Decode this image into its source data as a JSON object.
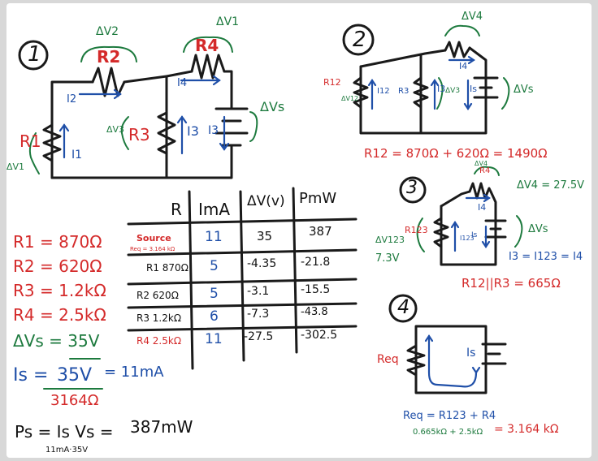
{
  "circuit1": {
    "number": "1",
    "dv2": "ΔV2",
    "r2": "R2",
    "i2": "I2",
    "dv1": "ΔV1",
    "r4": "R4",
    "i4": "I4",
    "r1": "R1",
    "i1": "I1",
    "dv1_left": "ΔV1",
    "dv3": "ΔV3",
    "r3": "R3",
    "i3": "I3",
    "i_src": "I3",
    "dvs": "ΔVs"
  },
  "circuit2": {
    "number": "2",
    "dv4": "ΔV4",
    "i4": "I4",
    "r12": "R12",
    "dv12": "ΔV12",
    "i12": "I12",
    "r3": "R3",
    "i3": "I3",
    "dv3": "ΔV3",
    "is": "Is",
    "dvs": "ΔVs",
    "equation": "R12 = 870Ω + 620Ω = 1490Ω"
  },
  "circuit3": {
    "number": "3",
    "dv4": "ΔV4",
    "r4": "R4",
    "dv4_val": "ΔV4 = 27.5V",
    "i4": "I4",
    "r123": "R123",
    "i123": "I123",
    "is": "Is",
    "dvs": "ΔVs",
    "dv123": "ΔV123",
    "dv123_val": "7.3V",
    "current_eq": "I3 = I123 = I4",
    "equation": "R12||R3 = 665Ω"
  },
  "circuit4": {
    "number": "4",
    "req": "Req",
    "is": "Is",
    "equation1": "Req = R123 + R4",
    "equation2_left": "0.665kΩ + 2.5kΩ",
    "equation2_right": "= 3.164 kΩ"
  },
  "givens": {
    "r1": "R1 = 870Ω",
    "r2": "R2 = 620Ω",
    "r3": "R3 = 1.2kΩ",
    "r4": "R4 = 2.5kΩ",
    "dvs": "ΔVs = 35V",
    "is_lhs": "Is =",
    "is_num": "35V",
    "is_den": "3164Ω",
    "is_rhs": "= 11mA",
    "ps": "Ps = Is Vs =",
    "ps_val": "387mW",
    "ps_next": "11mA·35V"
  },
  "table": {
    "headers": [
      "R",
      "ImA",
      "ΔV(v)",
      "PmW"
    ],
    "rows": [
      {
        "r": "Source",
        "r_sub": "Req = 3.164 kΩ",
        "i": "11",
        "v": "35",
        "p": "387"
      },
      {
        "r": "R1 870Ω",
        "r_sub": "",
        "i": "5",
        "v": "-4.35",
        "p": "-21.8"
      },
      {
        "r": "R2 620Ω",
        "r_sub": "",
        "i": "5",
        "v": "-3.1",
        "p": "-15.5"
      },
      {
        "r": "R3 1.2kΩ",
        "r_sub": "",
        "i": "6",
        "v": "-7.3",
        "p": "-43.8"
      },
      {
        "r": "R4 2.5kΩ",
        "r_sub": "",
        "i": "11",
        "v": "-27.5",
        "p": "-302.5"
      }
    ]
  },
  "colors": {
    "board": "#ffffff",
    "ink_black": "#1a1a1a",
    "ink_red": "#d42a2a",
    "ink_blue": "#1f4fa8",
    "ink_green": "#1d7a3e"
  }
}
